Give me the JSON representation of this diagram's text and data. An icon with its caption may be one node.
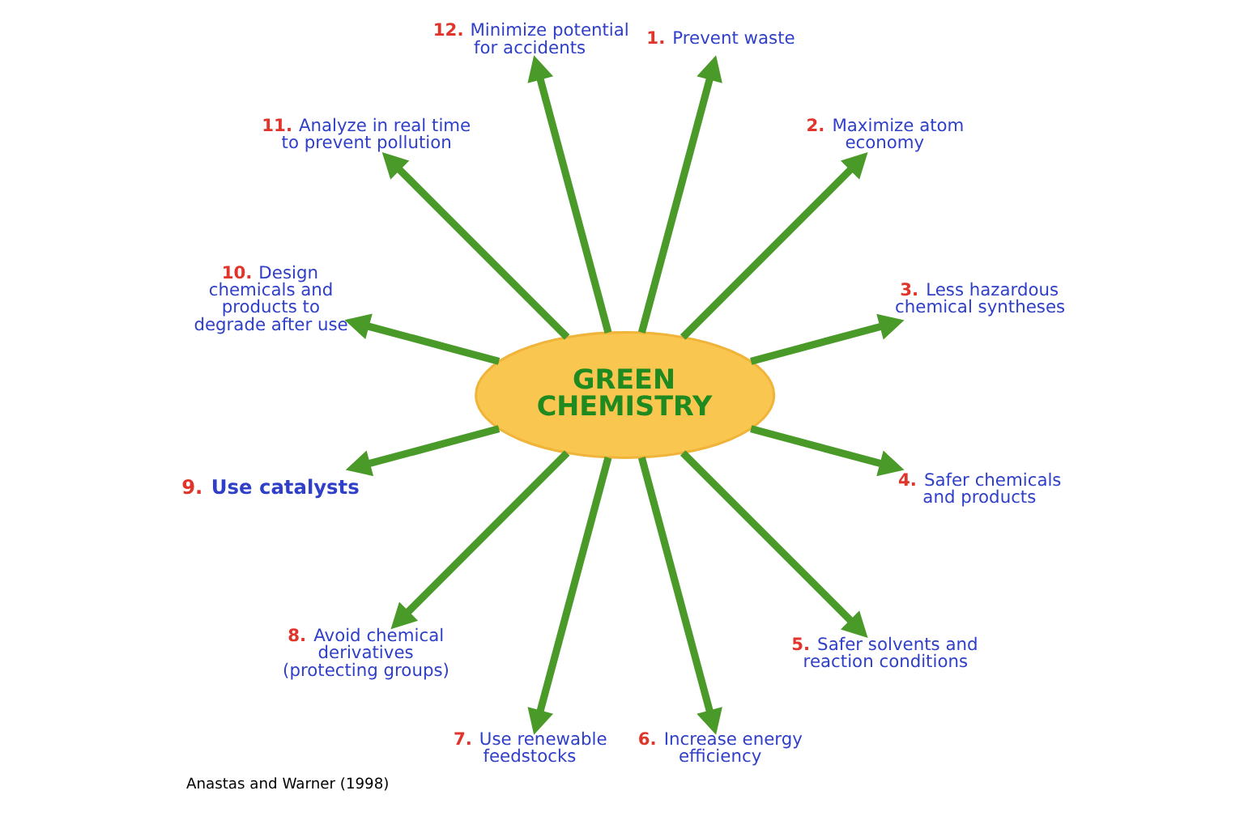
{
  "diagram": {
    "caption": "Anastas and Warner (1998)",
    "nodes": [
      {
        "text": [
          "GREEN CHEMISTRY"
        ]
      },
      {
        "text": [
          "1. Prevent waste"
        ]
      },
      {
        "text": [
          "2. Maximize atom economy"
        ]
      },
      {
        "text": [
          "3. Less hazardous chemical syntheses"
        ]
      },
      {
        "text": [
          "4. Safer chemicals and products"
        ]
      },
      {
        "text": [
          "5. Safer solvents and reaction conditions"
        ]
      },
      {
        "text": [
          "6. Increase energy efficiency"
        ]
      },
      {
        "text": [
          "7. Use renewable feedstocks"
        ]
      },
      {
        "text": [
          "8. Avoid chemical derivatives (protecting groups)"
        ]
      },
      {
        "text": [
          "9. Use catalysts"
        ]
      },
      {
        "text": [
          "10. Design chemicals and products to degrade after use"
        ]
      },
      {
        "text": [
          "11. Analyze in real time to prevent pollution"
        ]
      },
      {
        "text": [
          "12. Minimize potential for accidents"
        ]
      }
    ],
    "edges": [
      {
        "from": 0,
        "to": 1,
        "arrow": "to"
      },
      {
        "from": 0,
        "to": 2,
        "arrow": "to"
      },
      {
        "from": 0,
        "to": 3,
        "arrow": "to"
      },
      {
        "from": 0,
        "to": 4,
        "arrow": "to"
      },
      {
        "from": 0,
        "to": 5,
        "arrow": "to"
      },
      {
        "from": 0,
        "to": 6,
        "arrow": "to"
      },
      {
        "from": 0,
        "to": 7,
        "arrow": "to"
      },
      {
        "from": 0,
        "to": 8,
        "arrow": "to"
      },
      {
        "from": 0,
        "to": 9,
        "arrow": "to"
      },
      {
        "from": 0,
        "to": 10,
        "arrow": "to"
      },
      {
        "from": 0,
        "to": 11,
        "arrow": "to"
      },
      {
        "from": 0,
        "to": 12,
        "arrow": "to"
      }
    ]
  }
}
